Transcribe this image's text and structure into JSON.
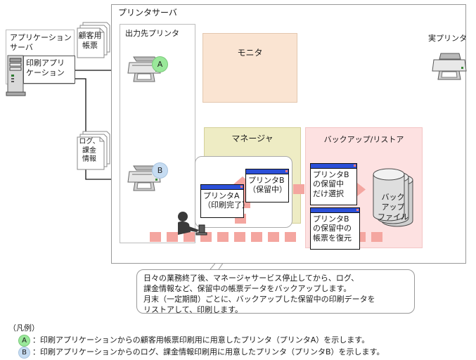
{
  "diagram": {
    "title_present": false,
    "colors": {
      "monitor_fill": "#FAE4D2",
      "manager_fill": "#EEECC4",
      "backup_fill": "#FDE1E1",
      "badge_a": "#9AE89A",
      "badge_b": "#C6DCF2",
      "flow_arrow": "#F4A6A0",
      "window_titlebar": "#2B4FD8"
    }
  },
  "app_server": {
    "panel_label": "アプリケーション\nサーバ",
    "inner_box_label": "印刷アプリ\nケーション",
    "tower_icon": "server-tower-icon"
  },
  "docs": {
    "customer_forms": "顧客用\n帳票",
    "log_billing": "ログ、\n課金\n情報"
  },
  "printer_server": {
    "label": "プリンタサーバ",
    "output_printers": {
      "label": "出力先プリンタ",
      "printer_a_badge": "A",
      "printer_b_badge": "B"
    },
    "monitor": {
      "label": "モニタ"
    },
    "manager": {
      "label": "マネージャ"
    },
    "backup_restore": {
      "label": "バックアップ/リストア"
    }
  },
  "queue_windows": {
    "printer_a": "プリンタA\n（印刷完了）",
    "printer_b": "プリンタB\n（保留中）"
  },
  "backup_windows": {
    "select_hold": "プリンタB\nの保留中\nだけ選択",
    "restore_hold": "プリンタB\nの保留中の\n帳票を復元"
  },
  "backup_file": {
    "label": "バック\nアップ\nファイル",
    "icon": "database-cylinder-icon"
  },
  "real_printer": {
    "label": "実プリンタ",
    "icon": "printer-icon"
  },
  "operator": {
    "icon": "person-at-terminal-icon"
  },
  "callout": {
    "lines": [
      "日々の業務終了後、マネージャサービス停止してから、ログ、",
      "課金情報など、保留中の帳票データをバックアップします。",
      "月末（一定期間）ごとに、バックアップした保留中の印刷データを",
      "リストアして、印刷します。"
    ]
  },
  "legend": {
    "title": "（凡例）",
    "items": [
      {
        "badge": "A",
        "text": "：印刷アプリケーションからの顧客用帳票印刷用に用意したプリンタ（プリンタA）を示します。"
      },
      {
        "badge": "B",
        "text": "：印刷アプリケーションからのログ、課金情報印刷用に用意したプリンタ（プリンタB）を示します。"
      }
    ]
  }
}
